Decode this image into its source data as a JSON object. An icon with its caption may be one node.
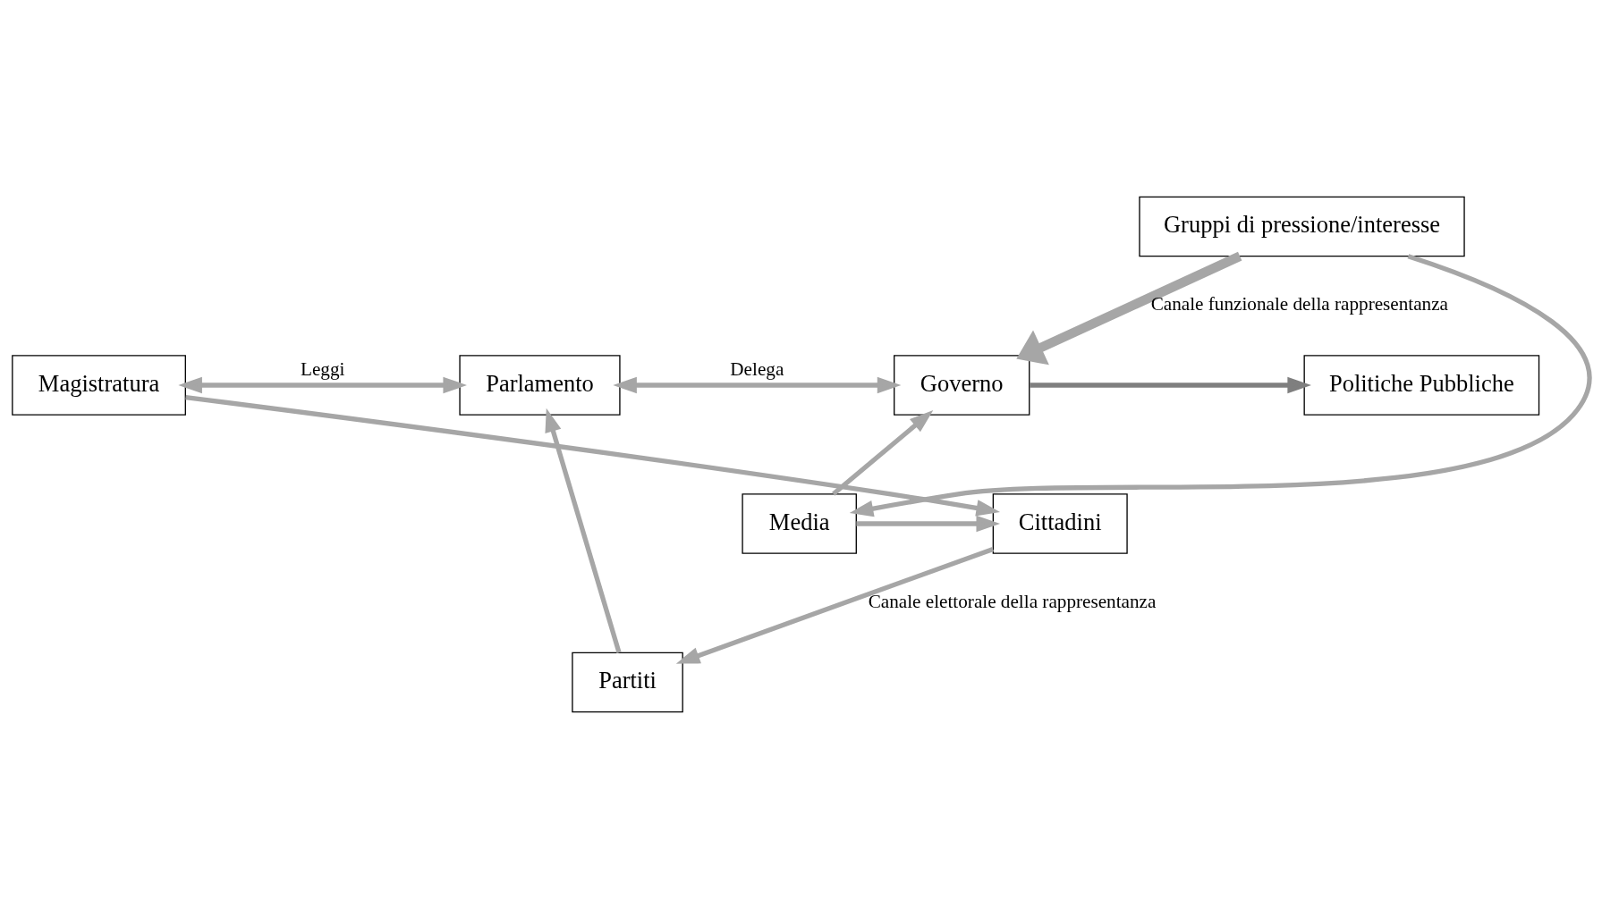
{
  "diagram": {
    "nodes": [
      {
        "text": [
          "Magistratura"
        ]
      },
      {
        "text": [
          "Parlamento"
        ]
      },
      {
        "text": [
          "Governo"
        ]
      },
      {
        "text": [
          "Politiche Pubbliche"
        ]
      },
      {
        "text": [
          "Partiti"
        ]
      },
      {
        "text": [
          "Gruppi di pressione/interesse"
        ]
      },
      {
        "text": [
          "Cittadini"
        ]
      },
      {
        "text": [
          "Media"
        ]
      }
    ],
    "edges": [
      {
        "from": 0,
        "to": 1,
        "arrow": "both",
        "label": "Leggi"
      },
      {
        "from": 1,
        "to": 2,
        "arrow": "both",
        "label": "Delega"
      },
      {
        "from": 2,
        "to": 3,
        "arrow": "to",
        "color": "#7f7f7f"
      },
      {
        "from": 4,
        "to": 1,
        "arrow": "to"
      },
      {
        "from": 6,
        "to": 4,
        "arrow": "to",
        "label": "Canale elettorale della rappresentanza"
      },
      {
        "from": 5,
        "to": 2,
        "arrow": "to",
        "label": "Canale funzionale della rappresentanza",
        "style": "thick"
      },
      {
        "from": 0,
        "to": 6,
        "arrow": "to"
      },
      {
        "from": 5,
        "to": 7,
        "arrow": "to"
      },
      {
        "from": 7,
        "to": 2,
        "arrow": "to"
      },
      {
        "from": 7,
        "to": 6,
        "arrow": "to"
      }
    ]
  }
}
